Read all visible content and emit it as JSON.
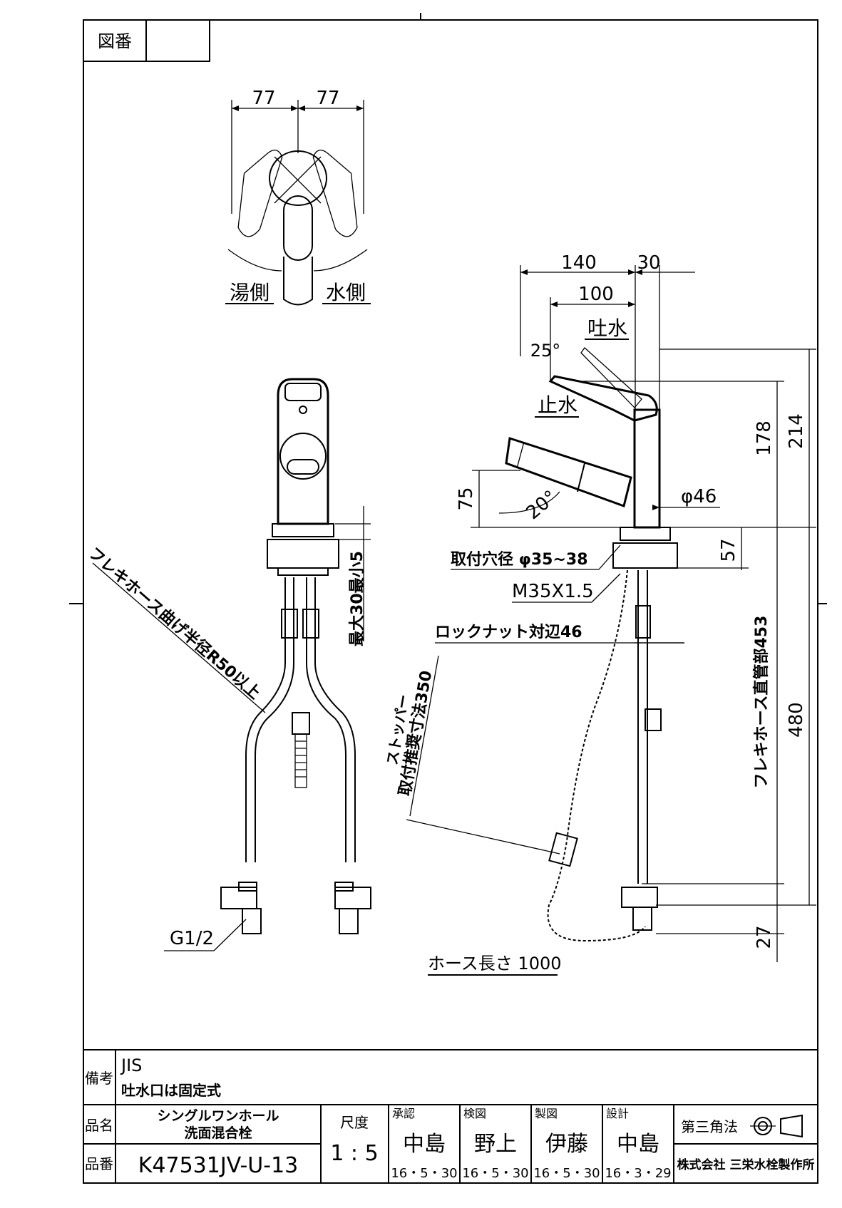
{
  "drawing_number_label": "図番",
  "views": {
    "top": {
      "dim_left": "77",
      "dim_right": "77",
      "hot_side": "湯側",
      "cold_side": "水側"
    },
    "front": {
      "bend_radius": "フレキホース曲げ半径R50以上",
      "max_min": "最大30最小5",
      "thread": "G1/2"
    },
    "side": {
      "dim_140": "140",
      "dim_30": "30",
      "dim_100": "100",
      "spout_water": "吐水",
      "angle_25": "25°",
      "stop_water": "止水",
      "dim_75": "75",
      "angle_20": "20°",
      "dim_178": "178",
      "dim_214": "214",
      "dia_46": "φ46",
      "hole_dia": "取付穴径 φ35~38",
      "dim_57": "57",
      "thread_m35": "M35X1.5",
      "locknut": "ロックナット対辺46",
      "flex_length": "フレキホース直管部453",
      "stopper_line1": "ストッパー",
      "stopper_line2": "取付推奨寸法350",
      "dim_480": "480",
      "dim_27": "27",
      "hose_length": "ホース長さ 1000"
    }
  },
  "title_block": {
    "remarks_label": "備考",
    "remarks_line1": "JIS",
    "remarks_line2": "吐水口は固定式",
    "name_label": "品名",
    "product_name_line1": "シングルワンホール",
    "product_name_line2": "洗面混合栓",
    "number_label": "品番",
    "product_number": "K47531JV-U-13",
    "scale_label": "尺度",
    "scale_value": "1 : 5",
    "approval_label": "承認",
    "approval_name": "中島",
    "approval_date": "16・5・30",
    "check_label": "検図",
    "check_name": "野上",
    "check_date": "16・5・30",
    "draft_label": "製図",
    "draft_name": "伊藤",
    "draft_date": "16・5・30",
    "design_label": "設計",
    "design_name": "中島",
    "design_date": "16・3・29",
    "projection": "第三角法",
    "company": "株式会社 三栄水栓製作所"
  }
}
